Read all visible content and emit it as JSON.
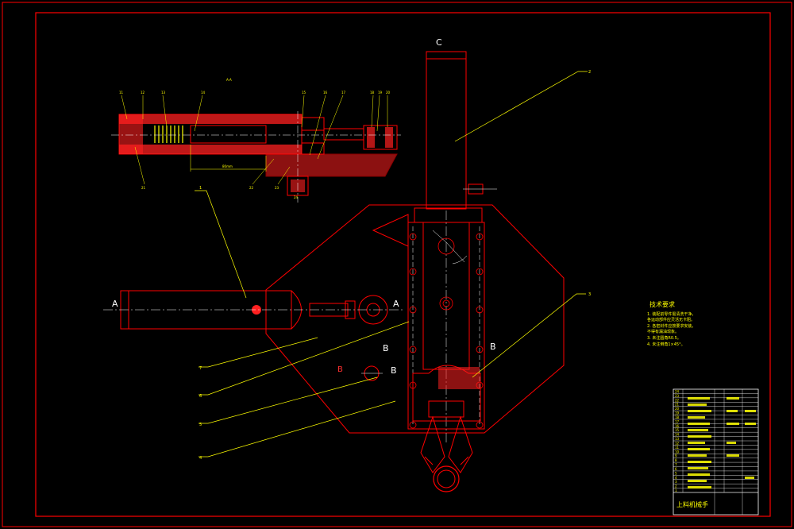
{
  "sheet": {
    "background": "#000000",
    "colors": {
      "frame": "#ff0000",
      "outline": "#ff0000",
      "leader": "#ffff00",
      "centerline": "#ffffff",
      "hatch": "#ff2020",
      "spring": "#ffff00",
      "text": "#ffffff"
    }
  },
  "section_view": {
    "title": "A-A",
    "dimension": "80mm",
    "callouts": [
      "11",
      "12",
      "13",
      "14",
      "15",
      "16",
      "17",
      "18",
      "19",
      "20",
      "21",
      "22",
      "23",
      "24"
    ]
  },
  "main_view": {
    "top_label": "C",
    "section_marks": [
      "A",
      "A",
      "B",
      "B",
      "B",
      "B"
    ],
    "part_numbers": [
      "1",
      "2",
      "3",
      "4",
      "5",
      "6",
      "7"
    ]
  },
  "notes": {
    "title": "技术要求",
    "lines": [
      "1. 装配前零件需清洗干净，",
      "   各运动部件应灵活无卡阻。",
      "2. 各密封件应按要求安装，",
      "   不得有漏油现象。",
      "3. 未注圆角R0.5。",
      "4. 未注倒角1×45°。"
    ]
  },
  "title_block": {
    "drawing_name": "上料机械手",
    "rows": [
      "1",
      "2",
      "3",
      "4",
      "5",
      "6",
      "7",
      "8",
      "9",
      "10",
      "11",
      "12",
      "13",
      "14",
      "15",
      "16",
      "17",
      "18",
      "19",
      "20",
      "21",
      "22",
      "23",
      "24"
    ]
  }
}
